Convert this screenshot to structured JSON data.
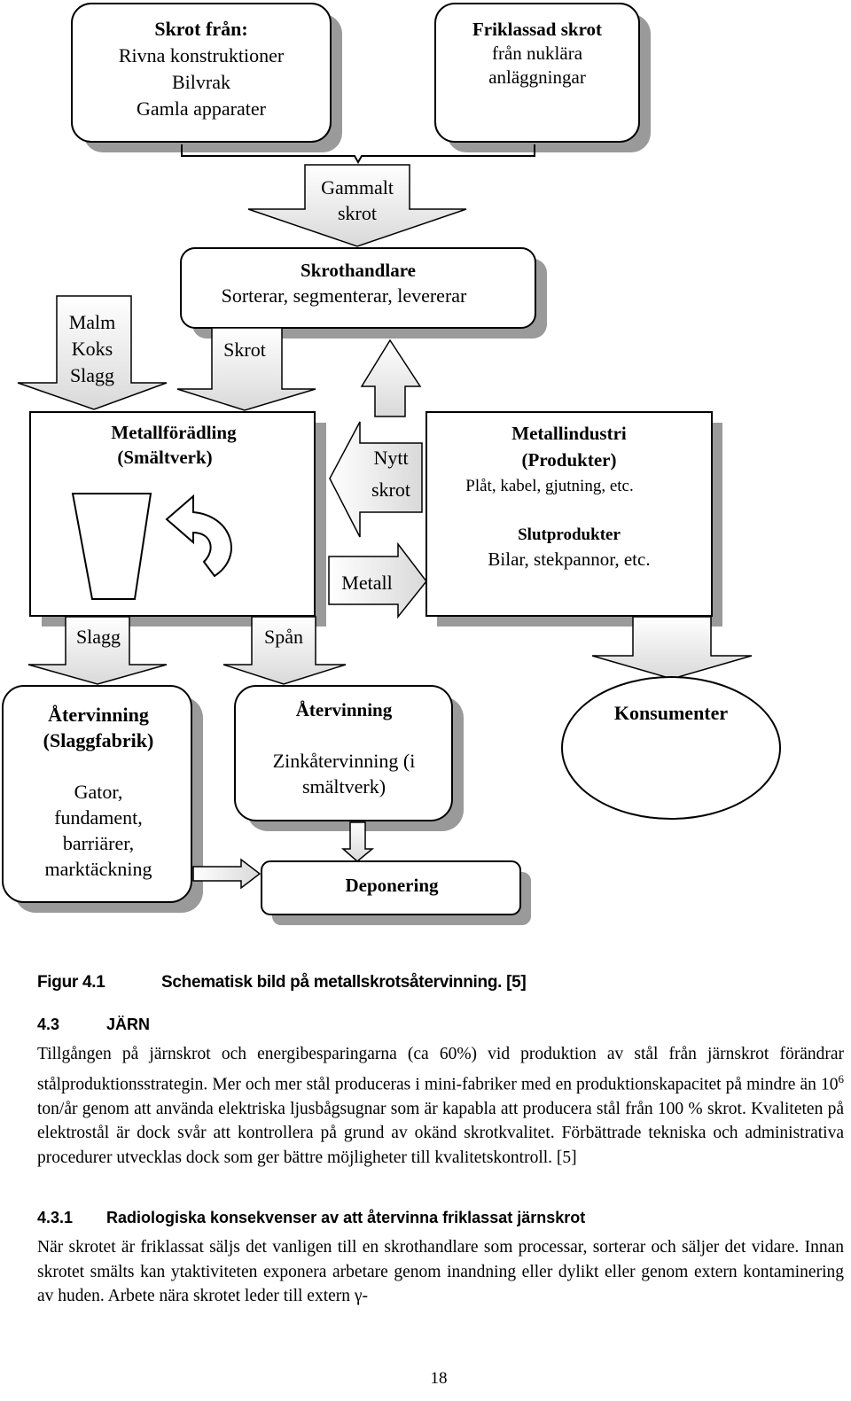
{
  "diagram": {
    "scrap_sources": {
      "title": "Skrot från:",
      "lines": [
        "Rivna konstruktioner",
        "Bilvrak",
        "Gamla apparater"
      ]
    },
    "cleared_scrap": {
      "lines": [
        "Friklassad skrot",
        "från nuklära",
        "anläggningar"
      ]
    },
    "old_scrap": [
      "Gammalt",
      "skrot"
    ],
    "dealer": {
      "title": "Skrothandlare",
      "subtitle": "Sorterar, segmenterar, levererar"
    },
    "ore_input": [
      "Malm",
      "Koks",
      "Slagg"
    ],
    "scrap_arrow": "Skrot",
    "smelter": {
      "lines": [
        "Metallförädling",
        "(Smältverk)"
      ]
    },
    "new_scrap": [
      "Nytt",
      "skrot"
    ],
    "metal_arrow": "Metall",
    "industry": {
      "title_lines": [
        "Metallindustri",
        "(Produkter)"
      ],
      "detail": "Plåt, kabel, gjutning, etc.",
      "end_title": "Slutprodukter",
      "end_detail": "Bilar, stekpannor, etc."
    },
    "slag_arrow": "Slagg",
    "chips_arrow": "Spån",
    "slag_recycling": {
      "title_lines": [
        "Återvinning",
        "(Slaggfabrik)"
      ],
      "uses": [
        "Gator,",
        "fundament,",
        "barriärer,",
        "marktäckning"
      ]
    },
    "zinc_recycling": {
      "title": "Återvinning",
      "detail": [
        "Zinkåtervinning (i",
        "smältverk)"
      ]
    },
    "consumers": "Konsumenter",
    "landfill": "Deponering"
  },
  "caption": {
    "number": "Figur 4.1",
    "text": "Schematisk bild på metallskrotsåtervinning. [5]"
  },
  "section": {
    "number": "4.3",
    "title": "JÄRN"
  },
  "para1": {
    "line1": "Tillgången på järnskrot och energibesparingarna (ca 60%) vid produktion av stål från järnskrot förändrar stålproduktionsstrategin. Mer och mer stål produceras i mini-fabriker med en produktionskapacitet på mindre än 10",
    "sup": "6",
    "line2": " ton/år genom att använda elektriska ljusbågsugnar som är kapabla att producera stål från 100 % skrot. Kvaliteten på elektrostål är dock svår att kontrollera på grund av okänd skrotkvalitet. Förbättrade tekniska och administrativa procedurer utvecklas dock som ger bättre möjligheter till kvalitetskontroll. [5]"
  },
  "subsection": {
    "number": "4.3.1",
    "title": "Radiologiska konsekvenser av att återvinna friklassat järnskrot"
  },
  "para2": "När skrotet är friklassat säljs det vanligen till en skrothandlare som processar, sorterar och säljer det vidare. Innan skrotet smälts kan ytaktiviteten exponera arbetare genom inandning eller dylikt eller genom extern kontaminering av huden. Arbete nära skrotet leder till extern γ-",
  "page_number": "18"
}
